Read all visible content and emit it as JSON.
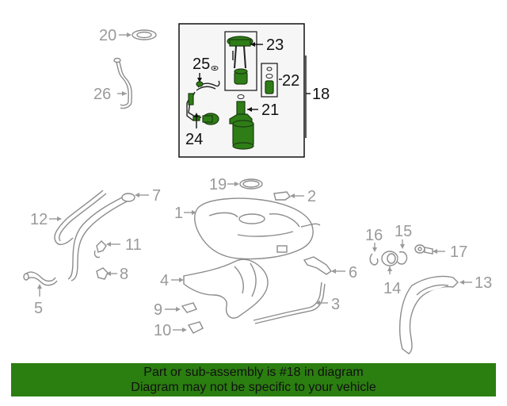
{
  "callouts": {
    "c1": "1",
    "c2": "2",
    "c3": "3",
    "c4": "4",
    "c5": "5",
    "c6": "6",
    "c7": "7",
    "c8": "8",
    "c9": "9",
    "c10": "10",
    "c11": "11",
    "c12": "12",
    "c13": "13",
    "c14": "14",
    "c15": "15",
    "c16": "16",
    "c17": "17",
    "c18": "18",
    "c19": "19",
    "c20": "20",
    "c21": "21",
    "c22": "22",
    "c23": "23",
    "c24": "24",
    "c25": "25",
    "c26": "26"
  },
  "banner": {
    "line1": "Part or sub-assembly is #18 in diagram",
    "line2": "Diagram may not be specific to your vehicle"
  },
  "colors": {
    "highlight": "#2e7d17",
    "banner_background": "#2b7e10",
    "callout_text": "#9a9a9a",
    "inset_border": "#111111"
  }
}
